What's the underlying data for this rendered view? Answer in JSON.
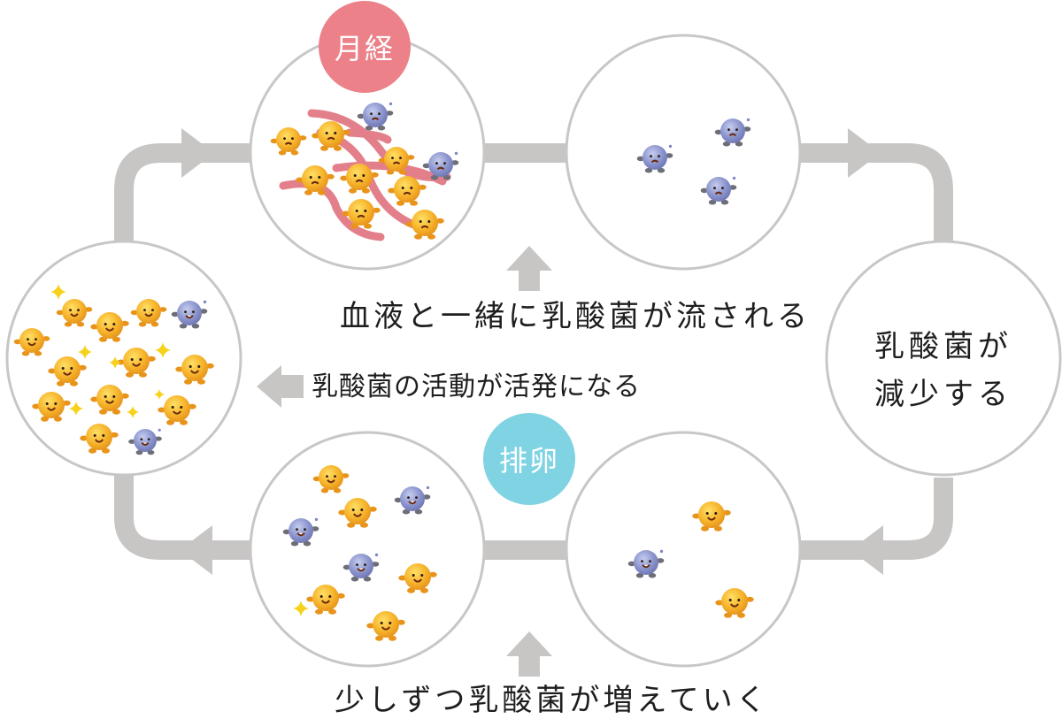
{
  "badges": {
    "menstruation": "月経",
    "ovulation": "排卵"
  },
  "captions": {
    "flushed": "血液と一緒に乳酸菌が流される",
    "active": "乳酸菌の活動が活発になる",
    "increasing": "少しずつ乳酸菌が増えていく",
    "decrease_line1": "乳酸菌が",
    "decrease_line2": "減少する"
  },
  "colors": {
    "loop": "#c8c6c5",
    "circle_border": "#c7c7c7",
    "menstruation_badge": "#ec8189",
    "ovulation_badge": "#7fd3e2",
    "blood_streak": "#e0727e",
    "lactobacillus": "#f0a020",
    "other_bacteria": "#7c86c0"
  },
  "icons": [
    "lactobacillus-icon",
    "other-bacteria-icon",
    "blood-streak-icon",
    "sparkle-icon",
    "arrow-icon"
  ]
}
